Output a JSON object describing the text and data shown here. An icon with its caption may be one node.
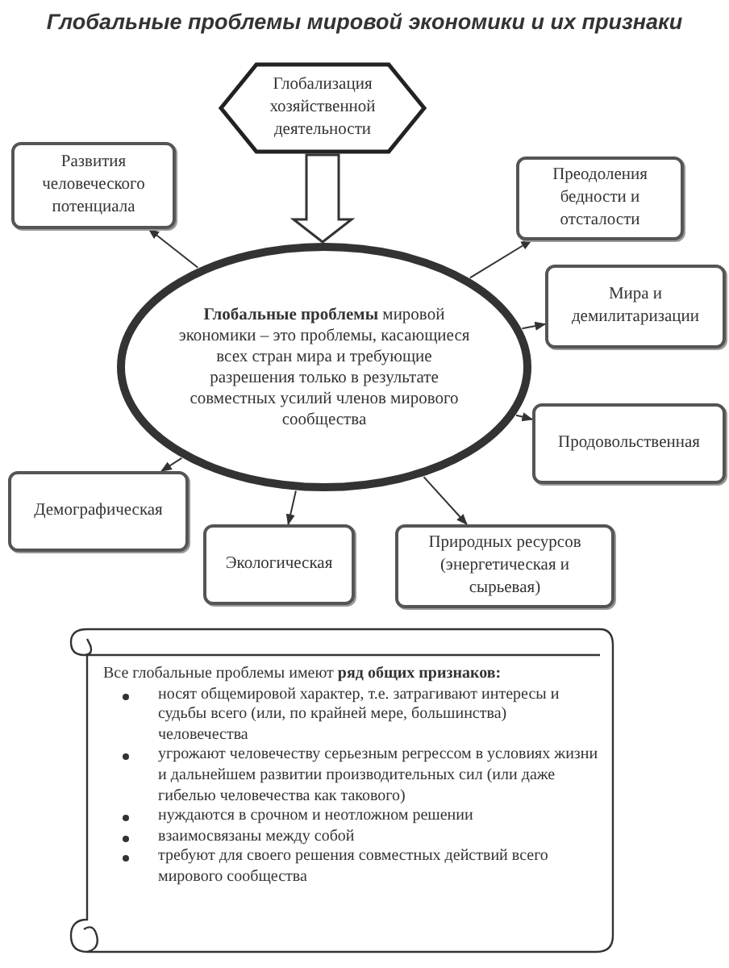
{
  "diagram": {
    "title": "Глобальные проблемы мировой экономики и их признаки",
    "nodes": [
      {
        "text": [
          "Глобализация хозяйственной деятельности"
        ]
      },
      {
        "text": [
          "**Глобальные проблемы** мировой экономики – это проблемы, касающиеся всех стран мира и требующие разрешения только в результате совместных усилий членов мирового сообщества"
        ]
      },
      {
        "text": [
          "Развития человеческого потенциала"
        ]
      },
      {
        "text": [
          "Преодоления бедности и отсталости"
        ]
      },
      {
        "text": [
          "Мира и демилитаризации"
        ]
      },
      {
        "text": [
          "Продовольственная"
        ]
      },
      {
        "text": [
          "Демографическая"
        ]
      },
      {
        "text": [
          "Экологическая"
        ]
      },
      {
        "text": [
          "Природных ресурсов (энергетическая и сырьевая)"
        ]
      },
      {
        "text": [
          "Все глобальные проблемы имеют **ряд общих признаков:**",
          "носят общемировой характер, т.е. затрагивают интересы и судьбы всего (или, по крайней мере, большинства) человечества",
          "угрожают человечеству серьезным регрессом в условиях жизни и дальнейшем развитии производительных сил (или даже гибелью человечества как такового)",
          "нуждаются в срочном и неотложном решении",
          "взаимосвязаны между собой",
          "требуют для своего решения совместных действий всего мирового сообщества"
        ]
      }
    ],
    "edges": [
      {
        "from": 0,
        "to": 1,
        "arrow": "to",
        "style": "thick"
      },
      {
        "from": 1,
        "to": 2,
        "arrow": "to"
      },
      {
        "from": 1,
        "to": 3,
        "arrow": "to"
      },
      {
        "from": 1,
        "to": 4,
        "arrow": "to"
      },
      {
        "from": 1,
        "to": 5,
        "arrow": "to"
      },
      {
        "from": 1,
        "to": 6,
        "arrow": "to"
      },
      {
        "from": 1,
        "to": 7,
        "arrow": "to"
      },
      {
        "from": 1,
        "to": 8,
        "arrow": "to"
      }
    ]
  }
}
